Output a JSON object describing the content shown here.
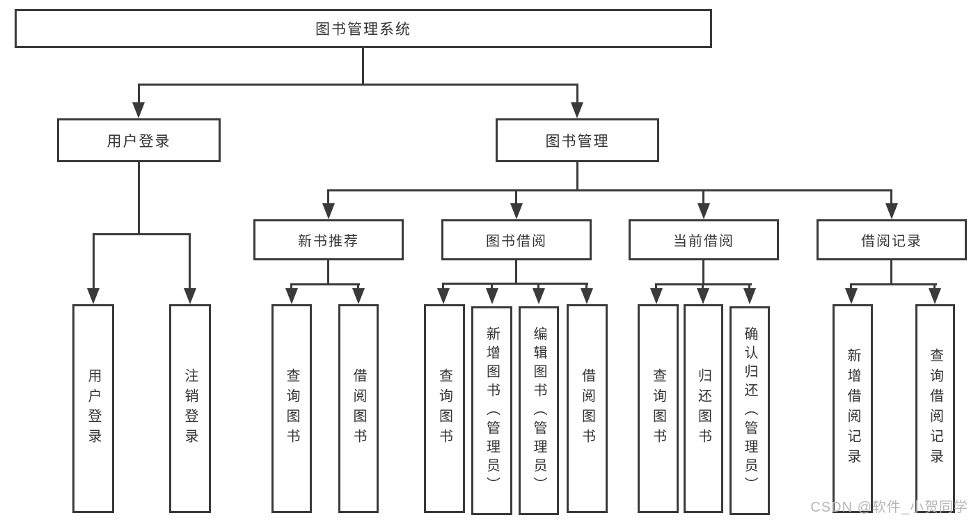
{
  "nodes": {
    "root": "图书管理系统",
    "user_login": "用户登录",
    "book_mgmt": "图书管理",
    "new_book_rec": "新书推荐",
    "book_borrow": "图书借阅",
    "current_borrow": "当前借阅",
    "borrow_records": "借阅记录",
    "leaf_user_login": "用户登录",
    "leaf_logout": "注销登录",
    "leaf_rec_query": "查询图书",
    "leaf_rec_borrow": "借阅图书",
    "leaf_bb_query": "查询图书",
    "leaf_bb_add": "新增图书（管理员）",
    "leaf_bb_edit": "编辑图书（管理员）",
    "leaf_bb_borrow": "借阅图书",
    "leaf_cb_query": "查询图书",
    "leaf_cb_return": "归还图书",
    "leaf_cb_confirm": "确认归还（管理员）",
    "leaf_br_add": "新增借阅记录",
    "leaf_br_query": "查询借阅记录"
  },
  "watermark": "CSDN @软件_小贺同学",
  "colors": {
    "line": "#3a3a3a",
    "text": "#333333",
    "watermark": "#b7b7b7",
    "background": "#ffffff"
  }
}
